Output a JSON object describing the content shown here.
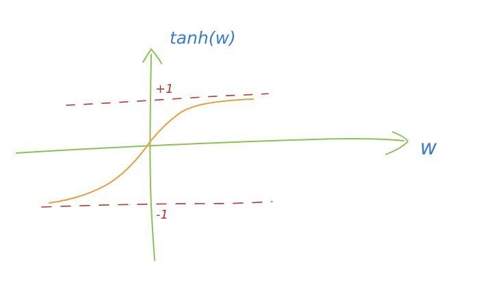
{
  "labels": {
    "y_axis": "tanh(w)",
    "x_axis": "w",
    "upper_asymptote": "+1",
    "lower_asymptote": "-1"
  },
  "colors": {
    "axis": "#8cc152",
    "curve": "#e8a13a",
    "asymptote": "#b3362a",
    "label_blue": "#3a7bd5"
  }
}
